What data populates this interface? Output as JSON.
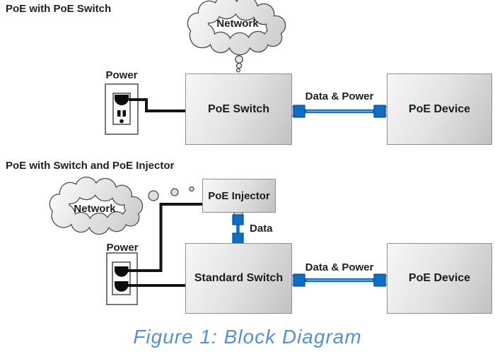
{
  "caption": "Figure 1: Block Diagram",
  "top_diagram": {
    "title": "PoE with PoE Switch",
    "network_label": "Network",
    "power_label": "Power",
    "switch_label": "PoE Switch",
    "device_label": "PoE Device",
    "link_label": "Data & Power"
  },
  "bottom_diagram": {
    "title": "PoE with Switch and PoE Injector",
    "network_label": "Network",
    "power_label": "Power",
    "injector_label": "PoE Injector",
    "switch_label": "Standard Switch",
    "device_label": "PoE Device",
    "injector_link_label": "Data",
    "link_label": "Data & Power"
  },
  "colors": {
    "cable_blue": "#0e6ec5",
    "cable_blue_dark": "#0a4c8c",
    "caption_blue": "#5590d2",
    "connector_tab_gray": "#d4d4d4"
  }
}
